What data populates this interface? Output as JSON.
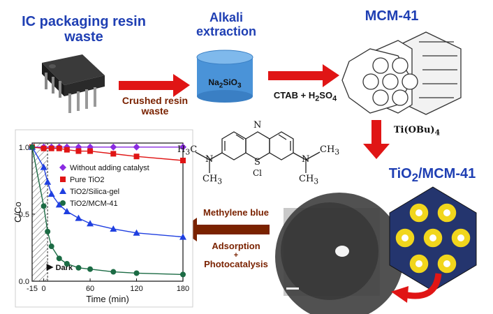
{
  "labels": {
    "ic_packaging": "IC packaging resin waste",
    "alkali_extraction": "Alkali extraction",
    "mcm41": "MCM-41",
    "crushed_resin": "Crushed resin waste",
    "na2sio3": "Na2SiO3",
    "ctab": "CTAB + H2SO4",
    "ti_obu": "Ti(OBu)4",
    "tio2_mcm41": "TiO2/MCM-41",
    "methylene_blue": "Methylene blue",
    "adsorption": "Adsorption",
    "plus": "+",
    "photocatalysis": "Photocatalysis"
  },
  "molecule_labels": {
    "n_top": "N",
    "h3c": "H3C",
    "ch3_left": "CH3",
    "ch3_right_top": "CH3",
    "ch3_right_bottom": "CH3",
    "n_left": "N",
    "n_right": "N",
    "s": "S",
    "cl": "Cl"
  },
  "colors": {
    "arrow_red": "#e01515",
    "label_blue": "#1f3fb3",
    "label_dark": "#7a2200",
    "cylinder_blue": "#4a93d8",
    "hex_fill": "#24356e",
    "tio2_yellow": "#f1d61c"
  },
  "chart_data": {
    "type": "line",
    "xlabel": "Time (min)",
    "ylabel": "C/Co",
    "x_ticks": [
      -15,
      0,
      60,
      120,
      180
    ],
    "y_ticks": [
      0.0,
      0.5,
      1.0
    ],
    "xlim": [
      -15,
      180
    ],
    "ylim": [
      0,
      1.03
    ],
    "dark_region": [
      -15,
      5
    ],
    "dark_label": "Dark",
    "legend_position": "top-right",
    "series": [
      {
        "name": "Without adding catalyst",
        "color": "#8a2be2",
        "marker": "diamond",
        "x": [
          -15,
          0,
          10,
          20,
          30,
          45,
          60,
          90,
          120,
          180
        ],
        "y": [
          1.0,
          1.0,
          1.0,
          1.0,
          1.0,
          1.0,
          1.0,
          1.0,
          1.0,
          1.0
        ]
      },
      {
        "name": "Pure TiO2",
        "color": "#e01515",
        "marker": "square",
        "x": [
          -15,
          0,
          10,
          20,
          30,
          45,
          60,
          90,
          120,
          180
        ],
        "y": [
          1.0,
          0.99,
          0.99,
          0.99,
          0.98,
          0.97,
          0.97,
          0.95,
          0.93,
          0.9
        ]
      },
      {
        "name": "TiO2/Silica-gel",
        "color": "#1f3fe0",
        "marker": "triangle",
        "x": [
          -15,
          0,
          5,
          10,
          20,
          30,
          45,
          60,
          90,
          120,
          180
        ],
        "y": [
          1.0,
          0.85,
          0.74,
          0.65,
          0.57,
          0.52,
          0.47,
          0.43,
          0.39,
          0.36,
          0.33
        ]
      },
      {
        "name": "TiO2/MCM-41",
        "color": "#1b6b44",
        "marker": "circle",
        "x": [
          -15,
          0,
          5,
          10,
          20,
          30,
          45,
          60,
          90,
          120,
          180
        ],
        "y": [
          1.0,
          0.56,
          0.37,
          0.26,
          0.17,
          0.13,
          0.1,
          0.09,
          0.07,
          0.06,
          0.05
        ]
      }
    ]
  }
}
